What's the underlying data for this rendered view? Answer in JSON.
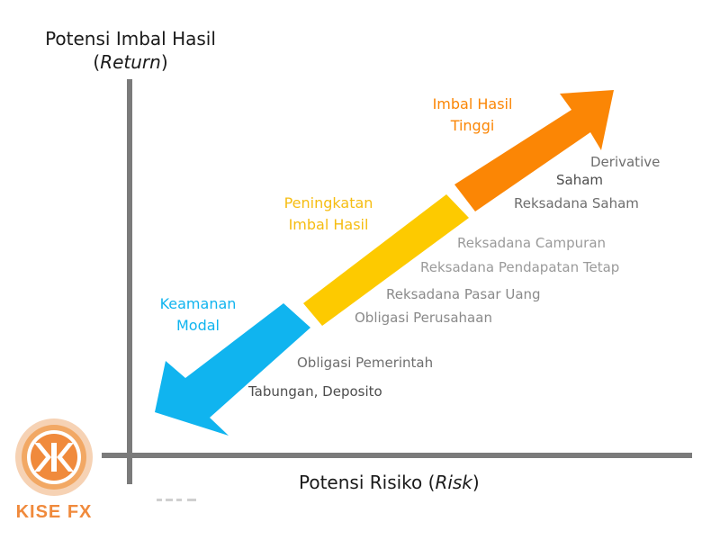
{
  "y_axis": {
    "line1": "Potensi Imbal Hasil",
    "line2_pre": "(",
    "line2_em": "Return",
    "line2_post": ")"
  },
  "x_axis": {
    "pre": "Potensi Risiko (",
    "em": "Risk",
    "post": ")"
  },
  "zones": [
    {
      "line1": "Keamanan",
      "line2": "Modal",
      "color": "#10b4ef"
    },
    {
      "line1": "Peningkatan",
      "line2": "Imbal Hasil",
      "color": "#f6bd12"
    },
    {
      "line1": "Imbal Hasil",
      "line2": "Tinggi",
      "color": "#fb8605"
    }
  ],
  "instruments": [
    "Derivative",
    "Saham",
    "Reksadana Saham",
    "Reksadana Campuran",
    "Reksadana Pendapatan Tetap",
    "Reksadana Pasar Uang",
    "Obligasi Perusahaan",
    "Obligasi Pemerintah",
    "Tabungan, Deposito"
  ],
  "colors": {
    "blue": "#10b4ef",
    "yellow": "#fdca00",
    "orange": "#fb8605",
    "axis": "#7b7b7b",
    "text": "#7d7d7d",
    "text_dark": "#4d4d4d"
  },
  "logo": {
    "text": "KISE FX",
    "icon": "kise-fx-logo-icon",
    "color": "#f08a3c"
  }
}
